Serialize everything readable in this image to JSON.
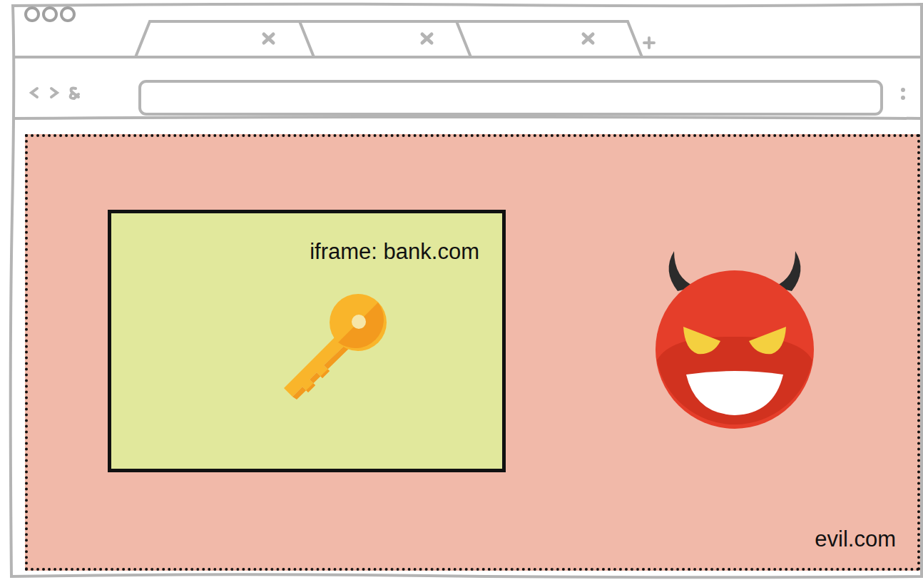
{
  "diagram": {
    "nodes": [
      {
        "text": [
          "evil.com"
        ]
      },
      {
        "text": [
          "iframe: bank.com"
        ],
        "in": 0
      }
    ]
  }
}
